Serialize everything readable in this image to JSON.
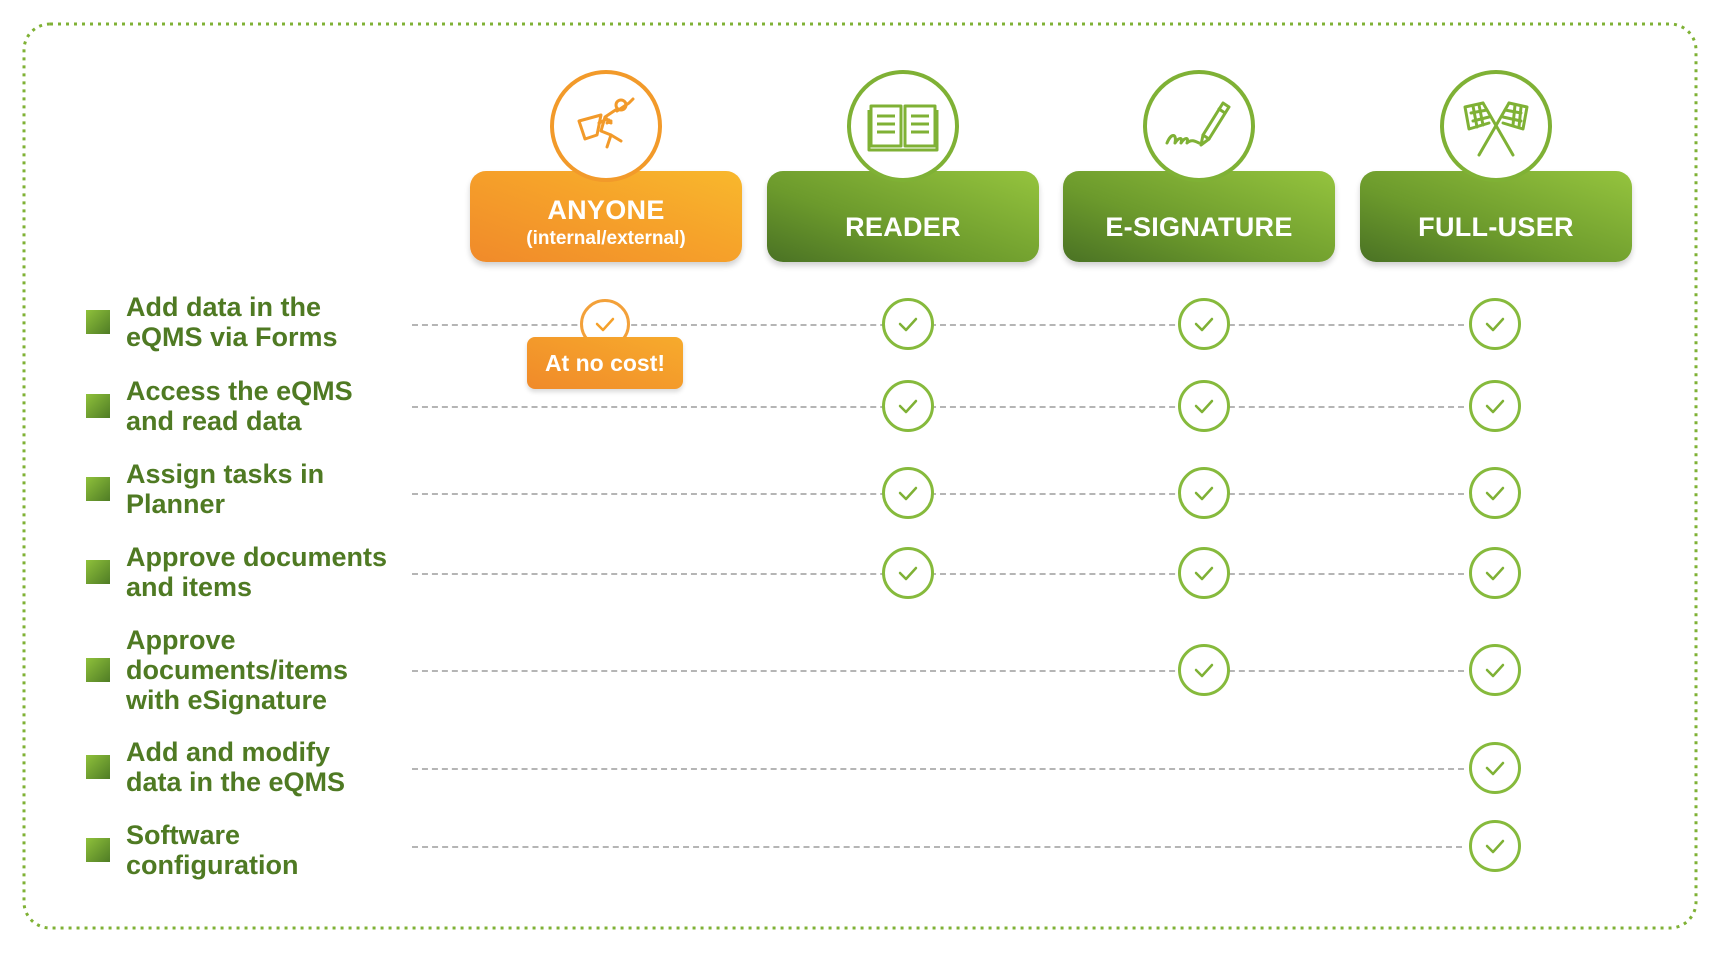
{
  "columns": [
    {
      "title": "ANYONE",
      "subtitle": "(internal/external)",
      "icon": "superhero-icon",
      "color": "#f5a12b"
    },
    {
      "title": "READER",
      "subtitle": "",
      "icon": "open-book-icon",
      "color": "#7fb135"
    },
    {
      "title": "E-SIGNATURE",
      "subtitle": "",
      "icon": "pen-signature-icon",
      "color": "#7fb135"
    },
    {
      "title": "FULL-USER",
      "subtitle": "",
      "icon": "checkered-flags-icon",
      "color": "#7fb135"
    }
  ],
  "rows": [
    {
      "label": "Add data in the\neQMS via Forms",
      "anyone": true,
      "reader": true,
      "esignature": true,
      "fulluser": true
    },
    {
      "label": "Access the eQMS\nand read data",
      "anyone": false,
      "reader": true,
      "esignature": true,
      "fulluser": true
    },
    {
      "label": "Assign tasks in\nPlanner",
      "anyone": false,
      "reader": true,
      "esignature": true,
      "fulluser": true
    },
    {
      "label": "Approve documents\nand items",
      "anyone": false,
      "reader": true,
      "esignature": true,
      "fulluser": true
    },
    {
      "label": "Approve\ndocuments/items\nwith eSignature",
      "anyone": false,
      "reader": false,
      "esignature": true,
      "fulluser": true
    },
    {
      "label": "Add and modify\ndata in the eQMS",
      "anyone": false,
      "reader": false,
      "esignature": false,
      "fulluser": true
    },
    {
      "label": "Software\nconfiguration",
      "anyone": false,
      "reader": false,
      "esignature": false,
      "fulluser": true
    }
  ],
  "callout": "At no cost!",
  "colors": {
    "accent_green": "#7fb135",
    "label_green": "#4f7a23",
    "accent_orange": "#f5a12b",
    "dashed_line": "#b5b5b5"
  }
}
